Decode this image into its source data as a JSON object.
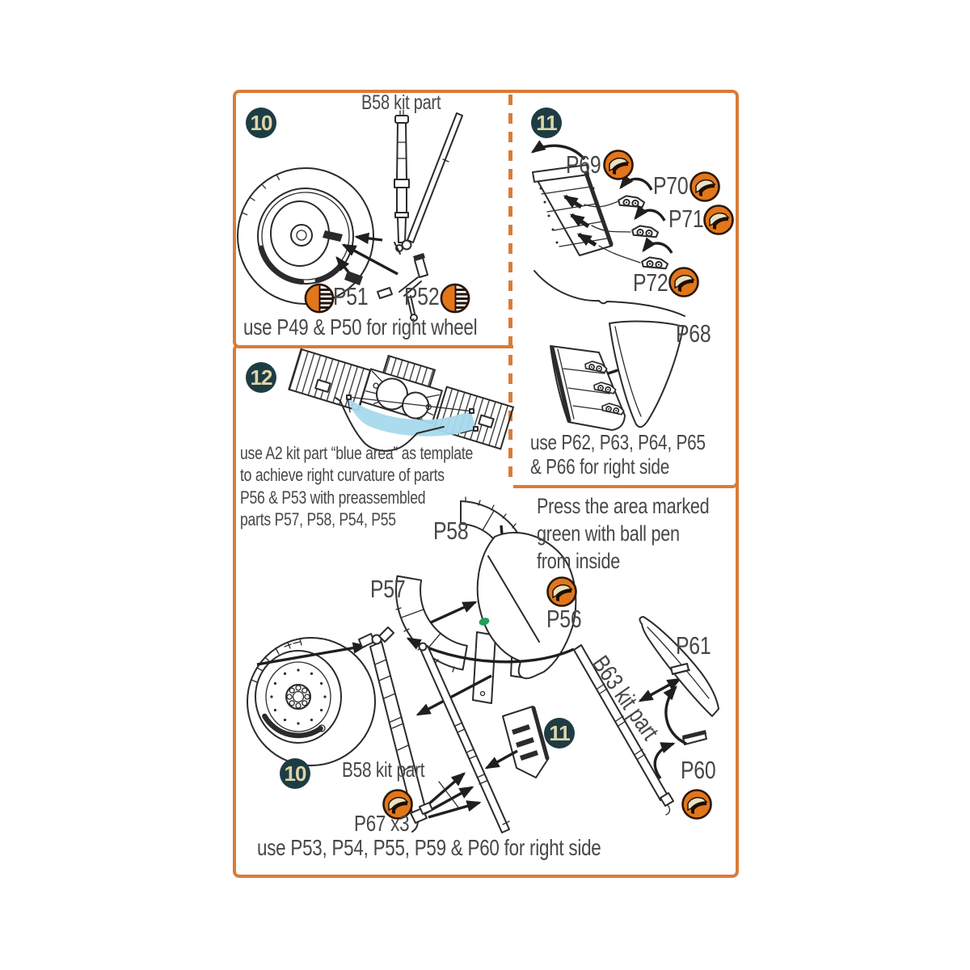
{
  "colors": {
    "panel_border": "#d97c38",
    "badge_bg": "#1e3c44",
    "badge_text": "#ddd6a8",
    "icon_orange": "#e2761b",
    "icon_ring": "#2a1708",
    "blue_area": "#a6d9ec",
    "green_mark": "#21a05a",
    "line_art": "#2b2b2b",
    "text": "#474747"
  },
  "icons": {
    "resin_fold": "resin-fold-icon",
    "resin_saw": "resin-saw-icon"
  },
  "step10": {
    "badge": "10",
    "kit_part_label": "B58 kit part",
    "p51_label": "P51",
    "p52_label": "P52",
    "caption": "use P49 & P50 for right wheel"
  },
  "step11": {
    "badge": "11",
    "p69_label": "P69",
    "p70_label": "P70",
    "p71_label": "P71",
    "p72_label": "P72",
    "p68_label": "P68",
    "caption_line1": "use P62, P63, P64, P65",
    "caption_line2": "& P66 for right side"
  },
  "step12": {
    "badge": "12",
    "caption_line1": "use A2 kit part “blue area” as template",
    "caption_line2": "to achieve right curvature of parts",
    "caption_line3": "P56 & P53 with preassembled",
    "caption_line4": "parts P57, P58, P54, P55"
  },
  "main": {
    "badge_wheel": "10",
    "badge_flap": "11",
    "note_line1": "Press the area marked",
    "note_line2": "green with ball pen",
    "note_line3": "from inside",
    "p58_label": "P58",
    "p57_label": "P57",
    "p56_label": "P56",
    "p61_label": "P61",
    "p60_label": "P60",
    "p67_label": "P67 x3",
    "b58_label": "B58 kit part",
    "b63_label": "B63 kit part",
    "caption": "use P53, P54, P55, P59 & P60 for right side"
  }
}
